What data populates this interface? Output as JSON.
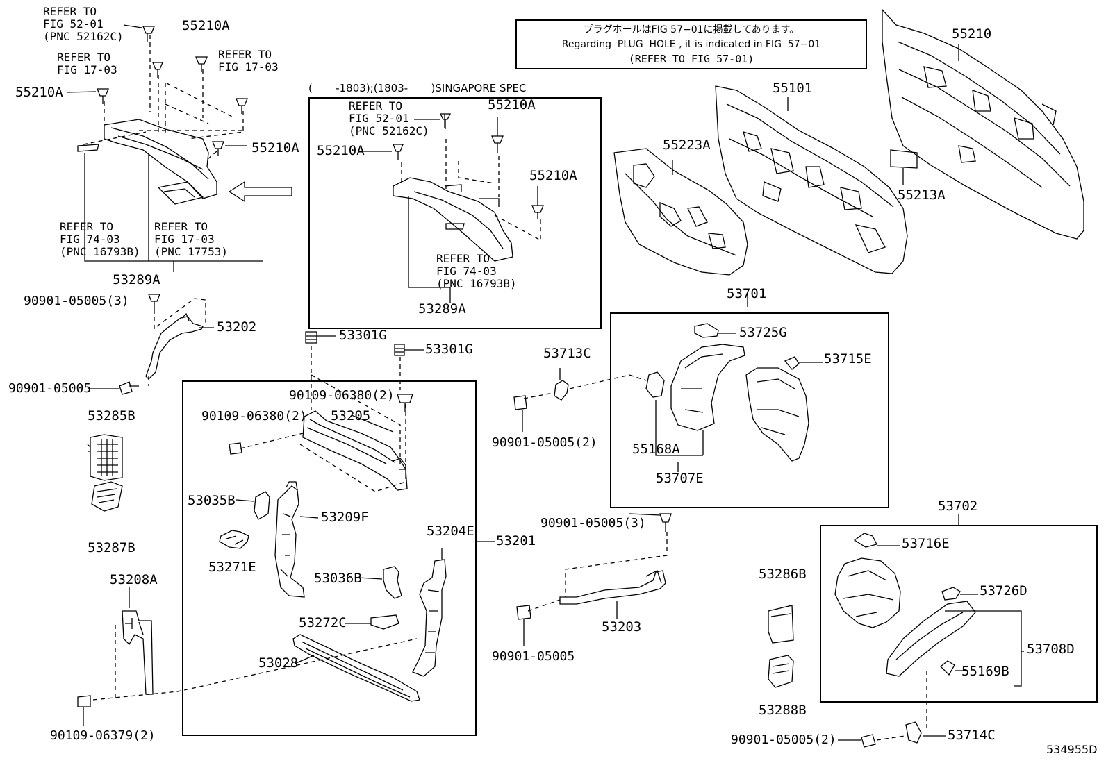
{
  "notice": {
    "line1": "プラグホールはFIG 57−01に掲載してあります。",
    "line2": "Regarding  PLUG  HOLE , it is indicated in FIG  57−01",
    "line3": "(REFER TO FIG 57-01)"
  },
  "singapore_box": {
    "caption": "(       -1803);(1803-       )SINGAPORE SPEC"
  },
  "refs": {
    "r1": "REFER TO\nFIG 52-01\n(PNC 52162C)",
    "r2": "REFER TO\nFIG 17-03",
    "r3": "REFER TO\nFIG 17-03",
    "r4": "REFER TO\nFIG 74-03\n(PNC 16793B)",
    "r5": "REFER TO\nFIG 17-03\n(PNC 17753)",
    "r6": "REFER TO\nFIG 52-01\n(PNC 52162C)",
    "r7": "REFER TO\nFIG 74-03\n(PNC 16793B)"
  },
  "parts": {
    "p55210A_1": "55210A",
    "p55210A_2": "55210A",
    "p55210A_3": "55210A",
    "p55210A_4": "55210A",
    "p55210A_5": "55210A",
    "p55210A_6": "55210A",
    "p53289A_1": "53289A",
    "p53289A_2": "53289A",
    "p90901_05005_3a": "90901-05005(3)",
    "p53202": "53202",
    "p90901_05005_a": "90901-05005",
    "p53285B": "53285B",
    "p53287B": "53287B",
    "p53208A": "53208A",
    "p90109_06379": "90109-06379(2)",
    "p53301G_1": "53301G",
    "p53301G_2": "53301G",
    "p90109_06380_a": "90109-06380(2)",
    "p90109_06380_b": "90109-06380(2)",
    "p53205": "53205",
    "p53035B": "53035B",
    "p53209F": "53209F",
    "p53271E": "53271E",
    "p53036B": "53036B",
    "p53204E": "53204E",
    "p53201": "53201",
    "p53272C": "53272C",
    "p53028": "53028",
    "p53713C": "53713C",
    "p90901_05005_2a": "90901-05005(2)",
    "p90901_05005_3b": "90901-05005(3)",
    "p53203": "53203",
    "p90901_05005_b": "90901-05005",
    "p55223A": "55223A",
    "p55101": "55101",
    "p55210": "55210",
    "p55213A": "55213A",
    "p53701": "53701",
    "p53725G": "53725G",
    "p53715E": "53715E",
    "p55168A": "55168A",
    "p53707E": "53707E",
    "p53702": "53702",
    "p53716E": "53716E",
    "p53726D": "53726D",
    "p53708D": "53708D",
    "p55169B": "55169B",
    "p53286B": "53286B",
    "p53288B": "53288B",
    "p90901_05005_2b": "90901-05005(2)",
    "p53714C": "53714C"
  },
  "figure_id": "534955D"
}
